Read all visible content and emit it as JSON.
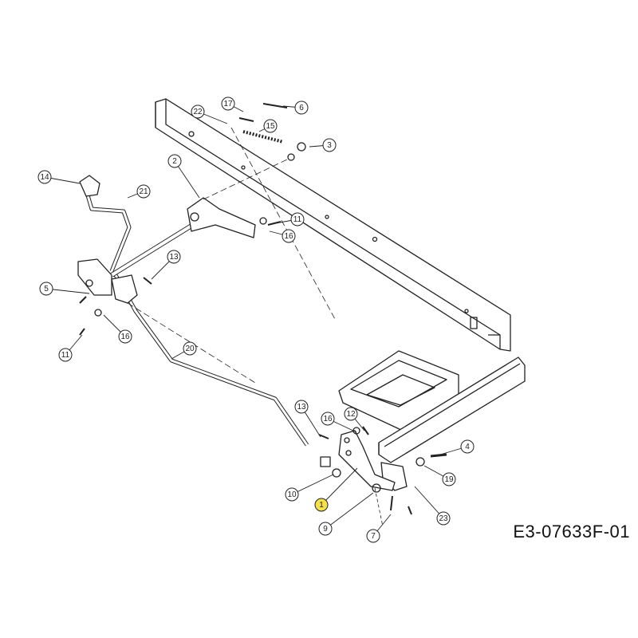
{
  "diagram": {
    "drawing_code": "E3-07633F-01",
    "highlight_color": "#f4e04d",
    "callouts": [
      {
        "label": "1",
        "highlight": true
      },
      {
        "label": "2"
      },
      {
        "label": "3"
      },
      {
        "label": "4"
      },
      {
        "label": "5"
      },
      {
        "label": "6"
      },
      {
        "label": "7"
      },
      {
        "label": "9"
      },
      {
        "label": "10"
      },
      {
        "label": "11"
      },
      {
        "label": "11"
      },
      {
        "label": "12"
      },
      {
        "label": "13"
      },
      {
        "label": "13"
      },
      {
        "label": "14"
      },
      {
        "label": "15"
      },
      {
        "label": "16"
      },
      {
        "label": "16"
      },
      {
        "label": "16"
      },
      {
        "label": "17"
      },
      {
        "label": "19"
      },
      {
        "label": "20"
      },
      {
        "label": "21"
      },
      {
        "label": "22"
      },
      {
        "label": "23"
      }
    ]
  }
}
